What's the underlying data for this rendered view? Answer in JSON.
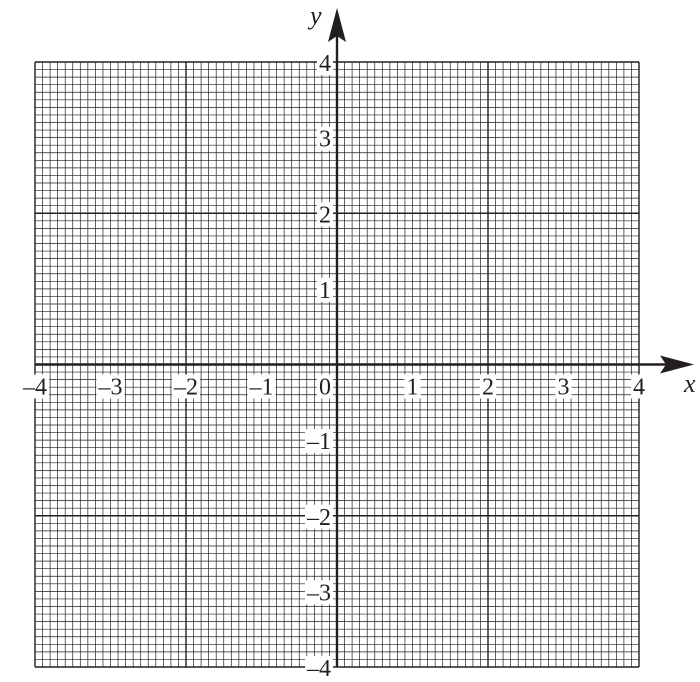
{
  "chart_data": {
    "type": "grid",
    "xlabel": "x",
    "ylabel": "y",
    "xlim": [
      -4,
      4
    ],
    "ylim": [
      -4,
      4
    ],
    "x_ticks": [
      -4,
      -3,
      -2,
      -1,
      0,
      1,
      2,
      3,
      4
    ],
    "y_ticks": [
      -4,
      -3,
      -2,
      -1,
      1,
      2,
      3,
      4
    ],
    "x_tick_labels": [
      "–4",
      "–3",
      "–2",
      "–1",
      "0",
      "1",
      "2",
      "3",
      "4"
    ],
    "y_tick_labels": [
      "–4",
      "–3",
      "–2",
      "–1",
      "1",
      "2",
      "3",
      "4"
    ],
    "minor_divisions_per_unit": 10,
    "major_gridline_every": 2,
    "grid": true
  }
}
